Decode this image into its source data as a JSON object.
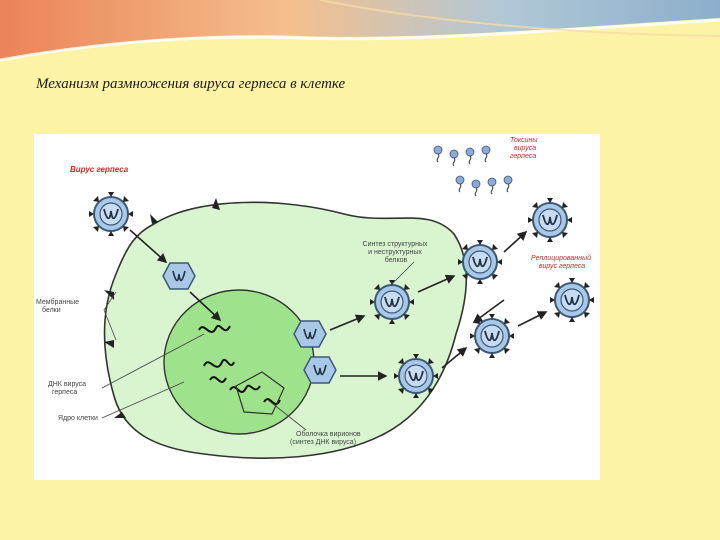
{
  "slide": {
    "title": "Механизм размножения вируса герпеса в клетке"
  },
  "diagram": {
    "labels": {
      "herpes_virus": "Вирус герпеса",
      "toxins_line1": "Токсины",
      "toxins_line2": "вируса",
      "toxins_line3": "герпеса",
      "synthesis_line1": "Синтез структурных",
      "synthesis_line2": "и неструктурных",
      "synthesis_line3": "белков",
      "replicated_line1": "Реплицированный",
      "replicated_line2": "вирус герпеса",
      "membrane_line1": "Мембранные",
      "membrane_line2": "белки",
      "dna_line1": "ДНК вируса",
      "dna_line2": "герпеса",
      "nucleus": "Ядро клетки",
      "capsid_line1": "Оболочка вирионов",
      "capsid_line2": "(синтез ДНК вируса)"
    },
    "colors": {
      "background": "#fdf3a6",
      "cell": "#d8f5cf",
      "nucleus": "#9ee28c",
      "virion": "#a9c8e8",
      "label_red": "#cc2a2a",
      "label_gray": "#444444"
    }
  }
}
